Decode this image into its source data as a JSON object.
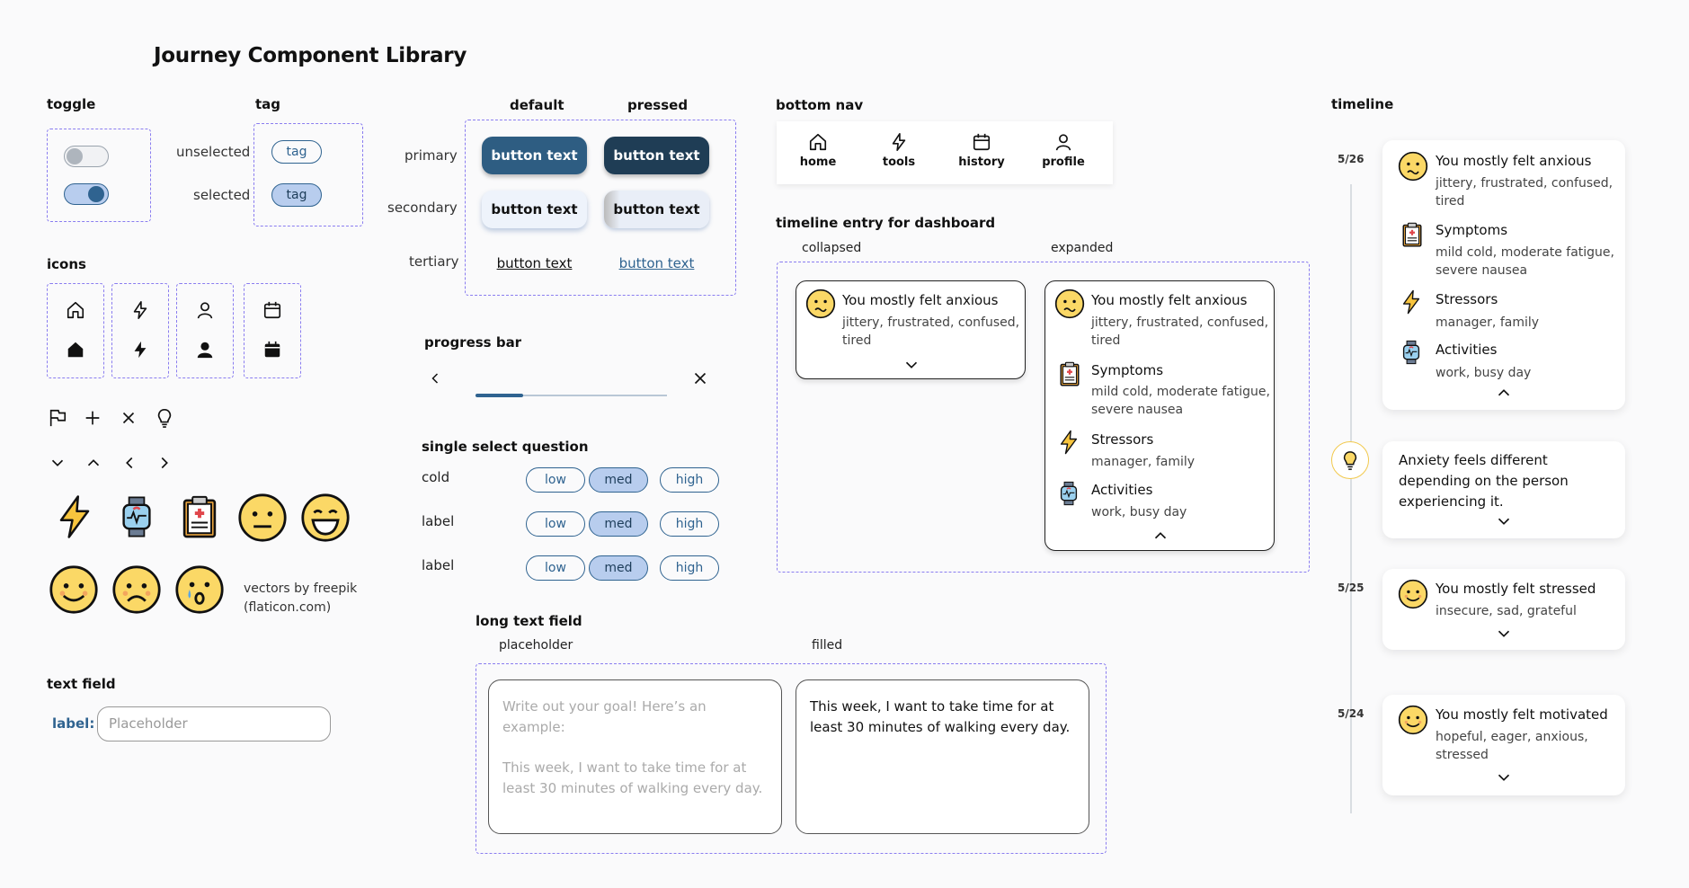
{
  "page_title": "Journey Component Library",
  "toggle": {
    "heading": "toggle"
  },
  "tag": {
    "heading": "tag",
    "unselected_label": "unselected",
    "selected_label": "selected",
    "tag_text": "tag"
  },
  "buttons": {
    "col_default": "default",
    "col_pressed": "pressed",
    "row_primary": "primary",
    "row_secondary": "secondary",
    "row_tertiary": "tertiary",
    "text": "button text"
  },
  "bottom_nav": {
    "heading": "bottom nav",
    "items": [
      {
        "label": "home",
        "icon": "home-icon"
      },
      {
        "label": "tools",
        "icon": "bolt-icon"
      },
      {
        "label": "history",
        "icon": "calendar-icon"
      },
      {
        "label": "profile",
        "icon": "user-icon"
      }
    ]
  },
  "icons": {
    "heading": "icons",
    "credit_line1": "vectors by freepik",
    "credit_line2": "(flaticon.com)"
  },
  "progress_bar": {
    "heading": "progress bar",
    "progress": 0.25
  },
  "single_select": {
    "heading": "single select question",
    "rows": [
      {
        "label": "cold",
        "options": [
          "low",
          "med",
          "high"
        ],
        "selected": "med"
      },
      {
        "label": "label",
        "options": [
          "low",
          "med",
          "high"
        ],
        "selected": "med"
      },
      {
        "label": "label",
        "options": [
          "low",
          "med",
          "high"
        ],
        "selected": "med"
      }
    ]
  },
  "text_field": {
    "heading": "text field",
    "label": "label:",
    "placeholder": "Placeholder"
  },
  "long_text": {
    "heading": "long text field",
    "placeholder_label": "placeholder",
    "filled_label": "filled",
    "placeholder_line1": "Write out your goal! Here’s an example:",
    "placeholder_line2": "This week, I want to take time for at least 30 minutes of walking every day.",
    "filled_text": "This week, I want to take time for at least 30 minutes of walking every day."
  },
  "timeline_entry": {
    "heading": "timeline entry for dashboard",
    "collapsed_label": "collapsed",
    "expanded_label": "expanded",
    "title": "You mostly felt anxious",
    "feelings": "jittery, frustrated, confused, tired",
    "symptoms_title": "Symptoms",
    "symptoms": "mild cold, moderate fatigue, severe nausea",
    "stressors_title": "Stressors",
    "stressors": "manager, family",
    "activities_title": "Activities",
    "activities": "work, busy day"
  },
  "timeline": {
    "heading": "timeline",
    "entries": [
      {
        "date": "5/26",
        "title": "You mostly felt anxious",
        "feelings": "jittery, frustrated, confused, tired",
        "symptoms_title": "Symptoms",
        "symptoms": "mild cold, moderate fatigue, severe nausea",
        "stressors_title": "Stressors",
        "stressors": "manager, family",
        "activities_title": "Activities",
        "activities": "work, busy day"
      },
      {
        "tip": "Anxiety feels different depending on the person experiencing it."
      },
      {
        "date": "5/25",
        "title": "You mostly felt stressed",
        "feelings": "insecure, sad, grateful"
      },
      {
        "date": "5/24",
        "title": "You mostly felt motivated",
        "feelings": "hopeful, eager, anxious, stressed"
      }
    ]
  },
  "colors": {
    "primary": "#2e5d82",
    "pressed": "#1f3d55",
    "tag_selected": "#b8cdee",
    "dash_border": "#8a7df0",
    "emoji": "#fbd866"
  }
}
